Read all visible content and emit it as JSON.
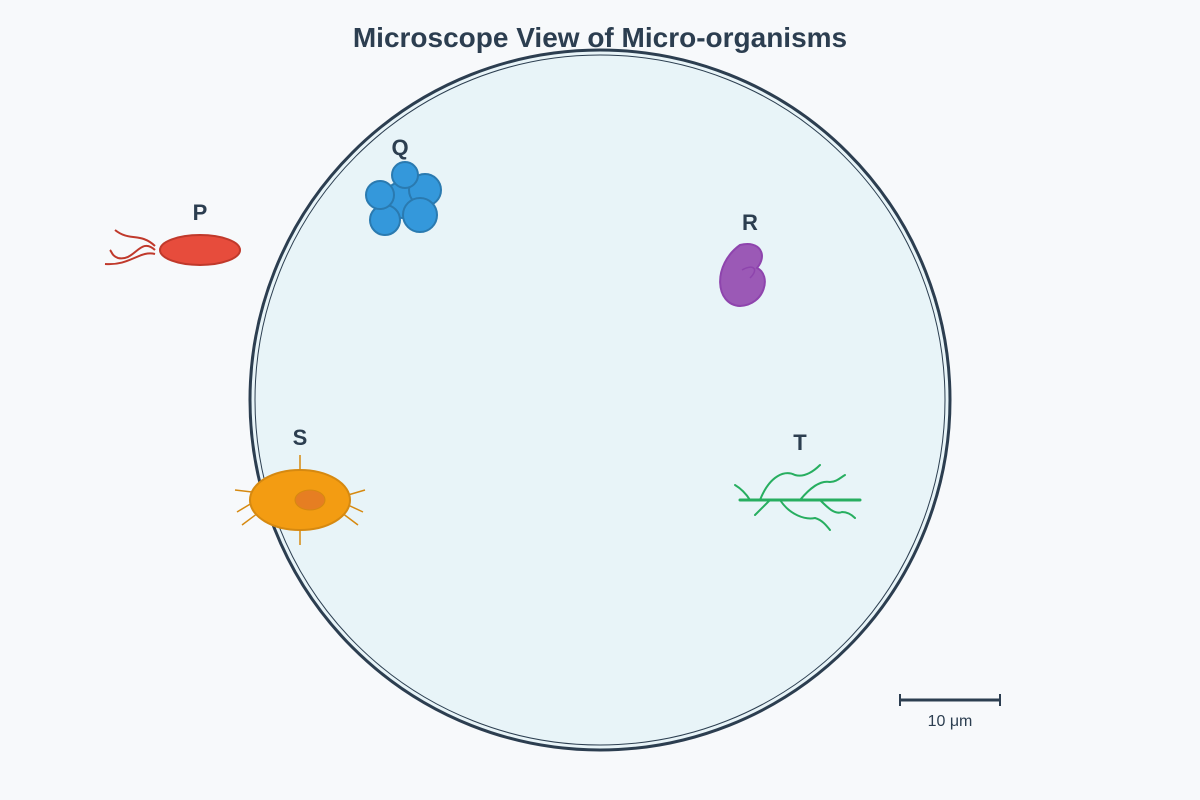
{
  "title": "Microscope View of Micro-organisms",
  "organisms": [
    {
      "label": "P",
      "icon": "flagellated-bacterium-icon",
      "color": "#e74c3c"
    },
    {
      "label": "Q",
      "icon": "cocci-cluster-icon",
      "color": "#3498db"
    },
    {
      "label": "R",
      "icon": "bean-shaped-cell-icon",
      "color": "#9b59b6"
    },
    {
      "label": "S",
      "icon": "spiky-cell-icon",
      "color": "#f39c12"
    },
    {
      "label": "T",
      "icon": "branching-filament-icon",
      "color": "#27ae60"
    }
  ],
  "scale_bar": {
    "label": "10 μm"
  },
  "colors": {
    "background": "#f7f9fb",
    "field_fill": "#e8f4f8",
    "outline": "#2c3e50"
  }
}
